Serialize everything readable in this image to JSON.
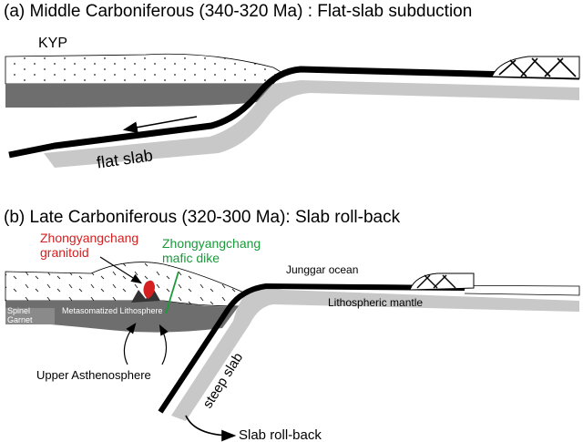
{
  "panel_a": {
    "title": "(a) Middle Carboniferous (340-320 Ma) : Flat-slab subduction",
    "kyp_label": "KYP",
    "slab_label": "flat slab"
  },
  "panel_b": {
    "title": "(b) Late Carboniferous (320-300 Ma): Slab roll-back",
    "granitoid_label_1": "Zhongyangchang",
    "granitoid_label_2": "granitoid",
    "dike_label_1": "Zhongyangchang",
    "dike_label_2": "mafic dike",
    "ocean_label": "Junggar ocean",
    "mantle_label": "Lithospheric mantle",
    "spinel_label": "Spinel",
    "garnet_label": "Garnet",
    "metasomatized_label": "Metasomatized Lithosphere",
    "asthenosphere_label": "Upper Asthenosphere",
    "slab_label": "steep slab",
    "rollback_label": "Slab roll-back"
  },
  "colors": {
    "granitoid": "#d42020",
    "dike": "#1a9a3a",
    "mantle_light": "#c8c8c8",
    "mantle_dark": "#6e6e6e",
    "slab_black": "#000000"
  }
}
